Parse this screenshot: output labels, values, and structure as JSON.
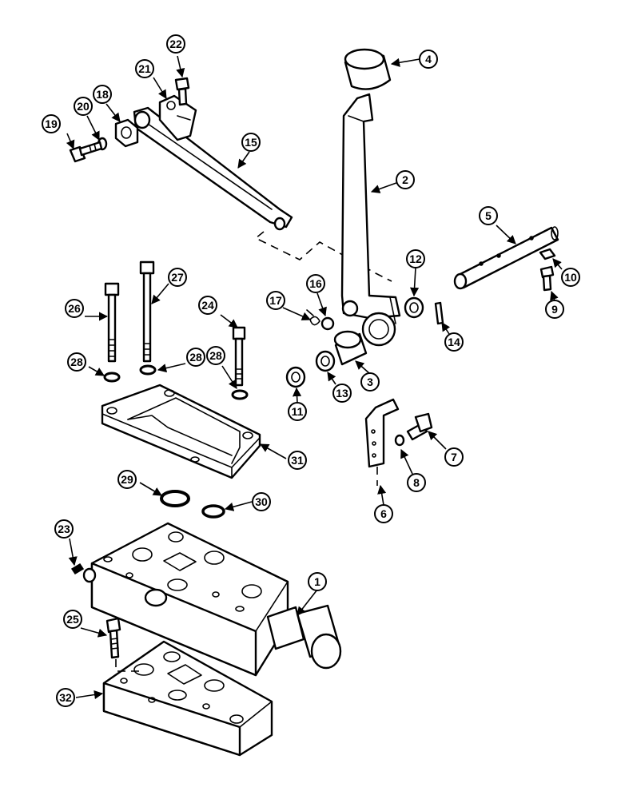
{
  "callouts": [
    {
      "label": "1"
    },
    {
      "label": "2"
    },
    {
      "label": "3"
    },
    {
      "label": "4"
    },
    {
      "label": "5"
    },
    {
      "label": "6"
    },
    {
      "label": "7"
    },
    {
      "label": "8"
    },
    {
      "label": "9"
    },
    {
      "label": "10"
    },
    {
      "label": "11"
    },
    {
      "label": "12"
    },
    {
      "label": "13"
    },
    {
      "label": "14"
    },
    {
      "label": "15"
    },
    {
      "label": "16"
    },
    {
      "label": "17"
    },
    {
      "label": "18"
    },
    {
      "label": "19"
    },
    {
      "label": "20"
    },
    {
      "label": "21"
    },
    {
      "label": "22"
    },
    {
      "label": "23"
    },
    {
      "label": "24"
    },
    {
      "label": "25"
    },
    {
      "label": "26"
    },
    {
      "label": "27"
    },
    {
      "label": "28"
    },
    {
      "label": "28"
    },
    {
      "label": "28"
    },
    {
      "label": "29"
    },
    {
      "label": "30"
    },
    {
      "label": "31"
    },
    {
      "label": "32"
    }
  ]
}
